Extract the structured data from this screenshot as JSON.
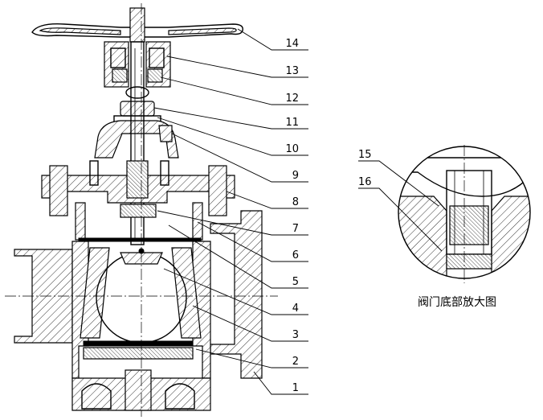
{
  "part_labels": [
    "14",
    "13",
    "12",
    "11",
    "10",
    "9",
    "8",
    "7",
    "6",
    "5",
    "4",
    "3",
    "2",
    "1"
  ],
  "detail_labels": [
    "15",
    "16"
  ],
  "detail_caption": "阀门底部放大图"
}
